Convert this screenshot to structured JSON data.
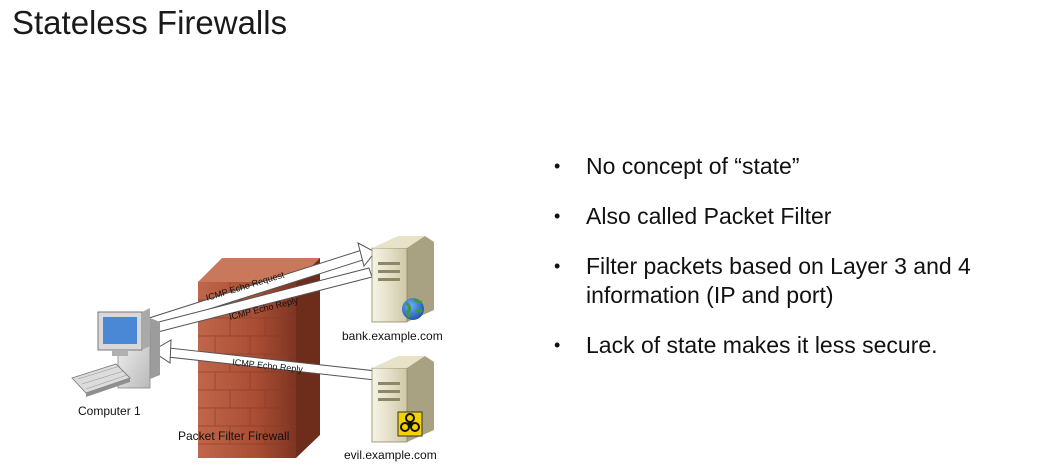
{
  "slide": {
    "title": "Stateless Firewalls"
  },
  "bullets": [
    {
      "text": "No concept of “state”"
    },
    {
      "text": "Also called Packet Filter"
    },
    {
      "text": "Filter packets based on Layer 3 and 4 information (IP and port)"
    },
    {
      "text": "Lack of state makes it less secure."
    }
  ],
  "diagram": {
    "computer_label": "Computer 1",
    "firewall_label": "Packet Filter Firewall",
    "bank_label": "bank.example.com",
    "evil_label": "evil.example.com",
    "arrow_request": "ICMP Echo Request",
    "arrow_reply_bank": "ICMP Echo Reply",
    "arrow_reply_evil": "ICMP Echo Reply"
  }
}
